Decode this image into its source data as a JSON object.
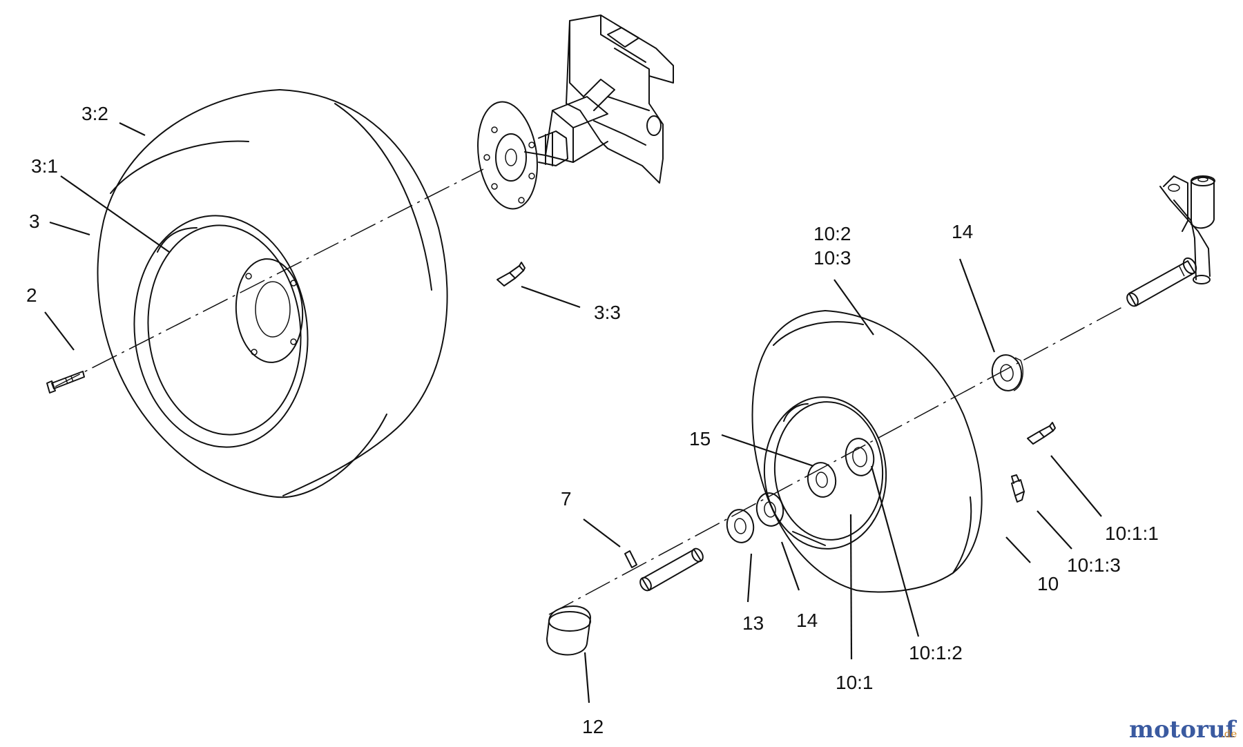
{
  "callouts": {
    "c_3_2": "3:2",
    "c_3_1": "3:1",
    "c_3": "3",
    "c_2": "2",
    "c_3_3": "3:3",
    "c_10_2": "10:2",
    "c_10_3": "10:3",
    "c_14_top": "14",
    "c_15": "15",
    "c_7": "7",
    "c_10_1_1": "10:1:1",
    "c_10_1_3": "10:1:3",
    "c_10": "10",
    "c_13": "13",
    "c_14_bottom": "14",
    "c_10_1_2": "10:1:2",
    "c_10_1": "10:1",
    "c_12": "12"
  },
  "watermark": {
    "main": "motoruf",
    "tld": ".de",
    "color_main": "#3a5aa0",
    "color_accent": "#d08a2a"
  }
}
